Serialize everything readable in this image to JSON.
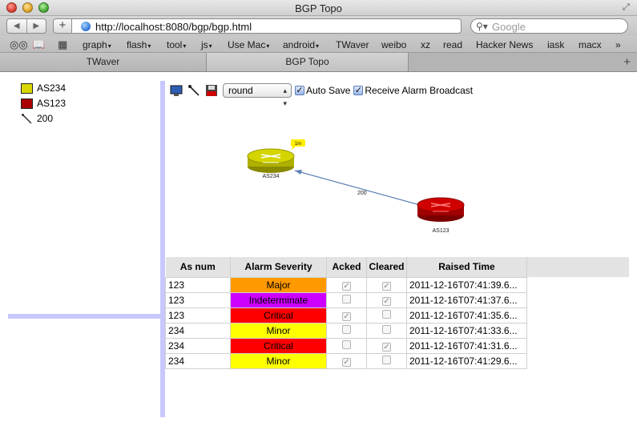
{
  "window": {
    "title": "BGP Topo"
  },
  "address": {
    "url": "http://localhost:8080/bgp/bgp.html",
    "search_placeholder": "Google"
  },
  "bookmarks": [
    {
      "label": "graph",
      "menu": true
    },
    {
      "label": "flash",
      "menu": true
    },
    {
      "label": "tool",
      "menu": true
    },
    {
      "label": "js",
      "menu": true
    },
    {
      "label": "Use Mac",
      "menu": true
    },
    {
      "label": "android",
      "menu": true
    },
    {
      "label": "TWaver",
      "menu": false
    },
    {
      "label": "weibo",
      "menu": false
    },
    {
      "label": "xz",
      "menu": false
    },
    {
      "label": "read",
      "menu": false
    },
    {
      "label": "Hacker News",
      "menu": false
    },
    {
      "label": "iask",
      "menu": false
    },
    {
      "label": "macx",
      "menu": false
    }
  ],
  "tabs": [
    {
      "label": "TWaver",
      "active": false
    },
    {
      "label": "BGP Topo",
      "active": true
    }
  ],
  "tree": [
    {
      "label": "AS234",
      "color": "#d8d800"
    },
    {
      "label": "AS123",
      "color": "#aa0000"
    },
    {
      "label": "200",
      "icon": "link-icon"
    }
  ],
  "toolbar": {
    "select_value": "round",
    "auto_save_label": "Auto Save",
    "auto_save_checked": true,
    "receive_alarm_label": "Receive Alarm Broadcast",
    "receive_alarm_checked": true
  },
  "topology": {
    "nodes": [
      {
        "label": "AS234",
        "color": "#c8c800",
        "alarm_badge": "1m"
      },
      {
        "label": "AS123",
        "color": "#c00000"
      }
    ],
    "link": {
      "label": "200",
      "from": "AS123",
      "to": "AS234"
    }
  },
  "alarm_table": {
    "headers": [
      "As num",
      "Alarm Severity",
      "Acked",
      "Cleared",
      "Raised Time"
    ],
    "rows": [
      {
        "as_num": "123",
        "severity": "Major",
        "color": "#ff9900",
        "acked": true,
        "cleared": true,
        "time": "2011-12-16T07:41:39.6..."
      },
      {
        "as_num": "123",
        "severity": "Indeterminate",
        "color": "#cc00ff",
        "acked": false,
        "cleared": true,
        "time": "2011-12-16T07:41:37.6..."
      },
      {
        "as_num": "123",
        "severity": "Critical",
        "color": "#ff0000",
        "acked": true,
        "cleared": false,
        "time": "2011-12-16T07:41:35.6..."
      },
      {
        "as_num": "234",
        "severity": "Minor",
        "color": "#ffff00",
        "acked": false,
        "cleared": false,
        "time": "2011-12-16T07:41:33.6..."
      },
      {
        "as_num": "234",
        "severity": "Critical",
        "color": "#ff0000",
        "acked": false,
        "cleared": true,
        "time": "2011-12-16T07:41:31.6..."
      },
      {
        "as_num": "234",
        "severity": "Minor",
        "color": "#ffff00",
        "acked": true,
        "cleared": false,
        "time": "2011-12-16T07:41:29.6..."
      }
    ]
  }
}
